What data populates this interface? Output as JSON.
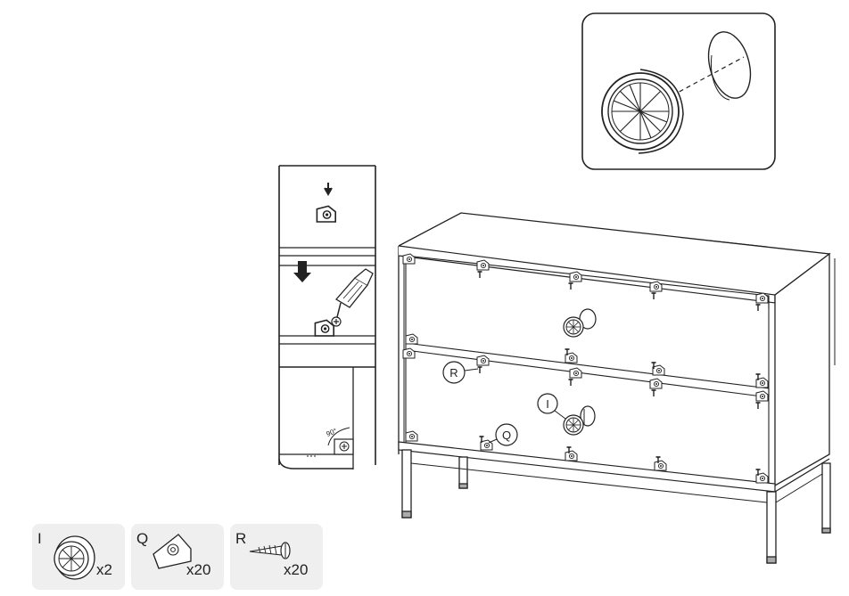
{
  "detail_zoom": {
    "angle_label": "90°"
  },
  "cabinet_callouts": [
    {
      "id": "R"
    },
    {
      "id": "I"
    },
    {
      "id": "Q"
    }
  ],
  "parts": [
    {
      "letter": "I",
      "qty": "x2",
      "icon": "grommet-icon"
    },
    {
      "letter": "Q",
      "qty": "x20",
      "icon": "corner-bracket-icon"
    },
    {
      "letter": "R",
      "qty": "x20",
      "icon": "screw-icon"
    }
  ]
}
